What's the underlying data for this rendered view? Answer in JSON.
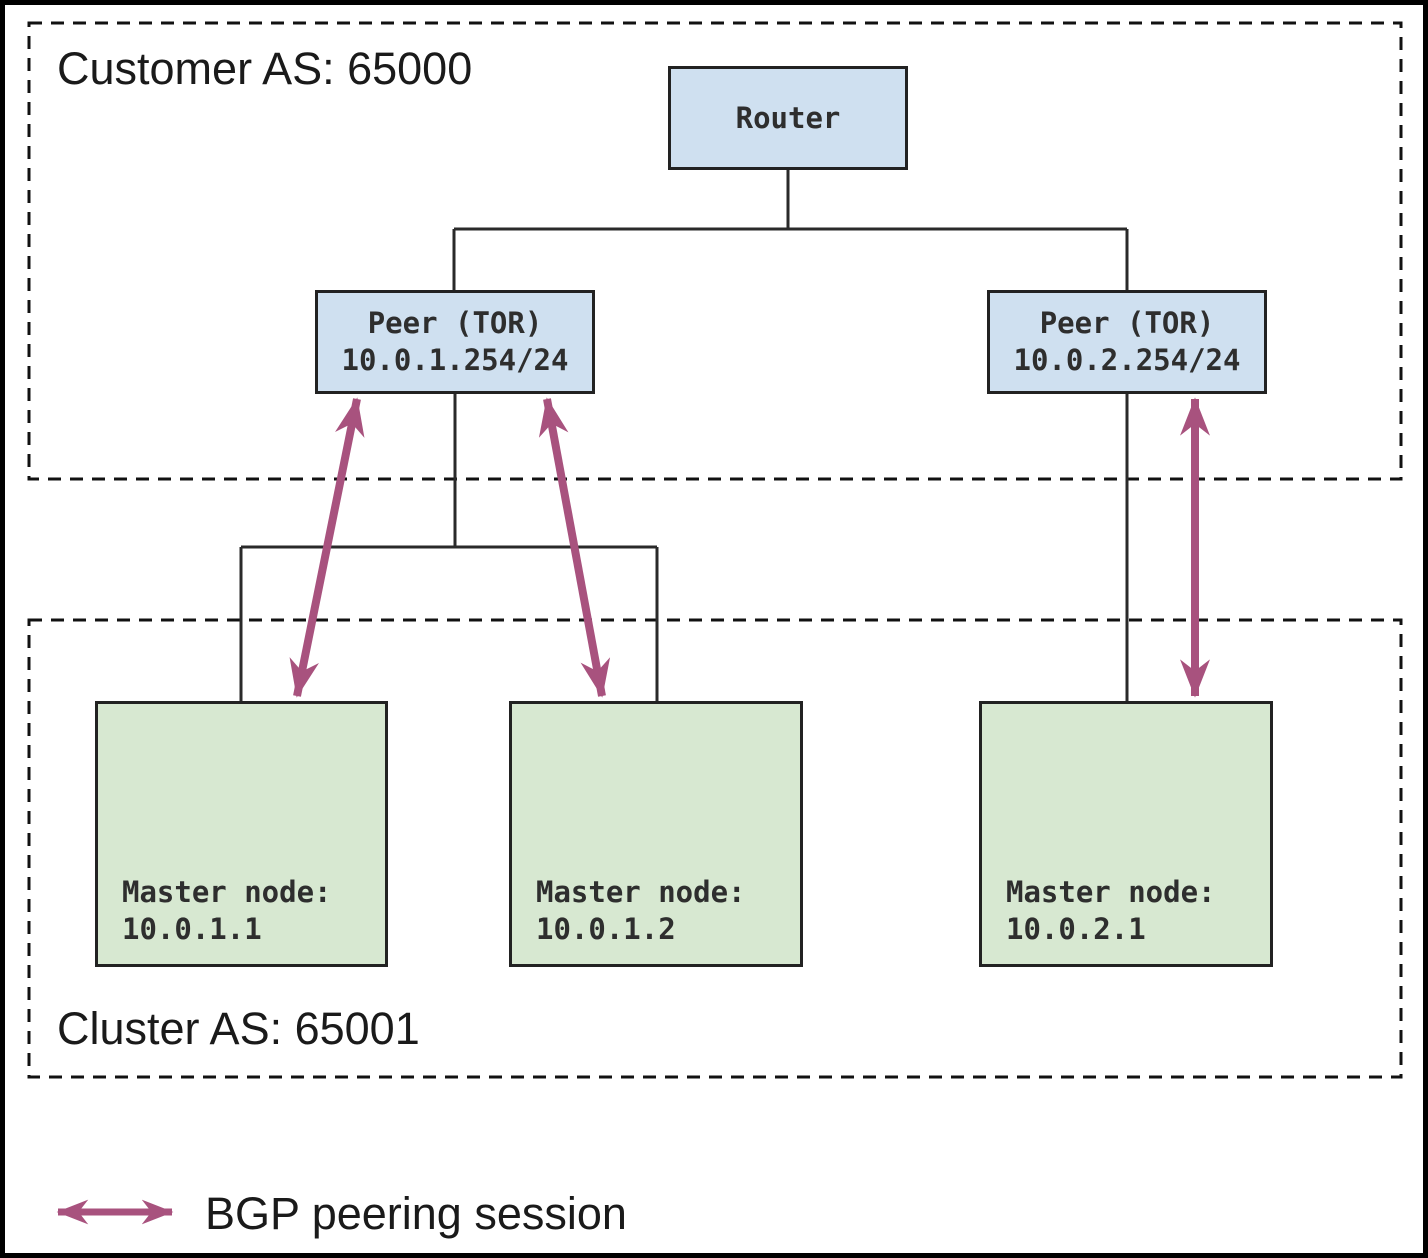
{
  "diagram": {
    "customer_as_label": "Customer AS: 65000",
    "cluster_as_label": "Cluster AS: 65001",
    "router": {
      "label": "Router"
    },
    "peers": [
      {
        "label": "Peer (TOR)",
        "ip": "10.0.1.254/24"
      },
      {
        "label": "Peer (TOR)",
        "ip": "10.0.2.254/24"
      }
    ],
    "masters": [
      {
        "label": "Master node:",
        "ip": "10.0.1.1"
      },
      {
        "label": "Master node:",
        "ip": "10.0.1.2"
      },
      {
        "label": "Master node:",
        "ip": "10.0.2.1"
      }
    ],
    "legend": {
      "label": "BGP peering session"
    },
    "colors": {
      "node_blue": "#cfe0f0",
      "node_green": "#d7e8d1",
      "arrow_purple": "#a8527e",
      "line_black": "#2a2a2a"
    }
  }
}
